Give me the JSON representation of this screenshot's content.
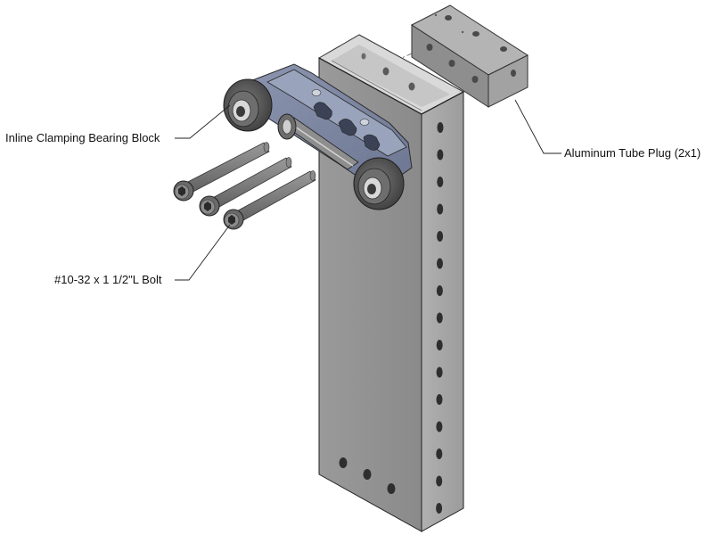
{
  "callouts": {
    "bearing_block": "Inline Clamping Bearing Block",
    "bolt": "#10-32 x 1 1/2\"L Bolt",
    "tube_plug": "Aluminum Tube Plug (2x1)"
  },
  "colors": {
    "tube_front": "#909090",
    "tube_side": "#a8a8a8",
    "tube_top": "#c4c4c4",
    "block_blue": "#7f8aa6",
    "bearing": "#5a5a5a",
    "bolt": "#7c7c7c",
    "leader": "#222222"
  }
}
